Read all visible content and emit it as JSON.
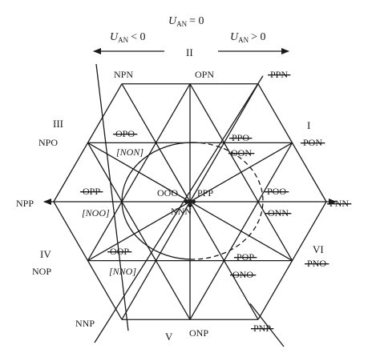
{
  "header": {
    "u": "U",
    "sub": "AN",
    "center_rel": "= 0",
    "left_rel": "< 0",
    "right_rel": "> 0"
  },
  "sectors": [
    "I",
    "II",
    "III",
    "IV",
    "V",
    "VI"
  ],
  "vectors": {
    "npn": "NPN",
    "opn": "OPN",
    "ppn": "PPN",
    "npo": "NPO",
    "opo": "OPO",
    "non": "[NON]",
    "ppo": "PPO",
    "oon": "OON",
    "pon": "PON",
    "npp": "NPP",
    "opp": "OPP",
    "noo": "[NOO]",
    "ooo": "OOO",
    "ppp": "PPP",
    "nnn": "NNN",
    "poo": "POO",
    "onn": "ONN",
    "pnn": "PNN",
    "nop": "NOP",
    "oop": "OOP",
    "nno": "[NNO]",
    "pop": "POP",
    "ono": "ONO",
    "pno": "PNO",
    "nnp": "NNP",
    "onp": "ONP",
    "pnp": "PNP"
  },
  "struck_through": [
    "PPN",
    "OPO",
    "PPO",
    "OON",
    "PON",
    "OPP",
    "POO",
    "ONN",
    "PNN",
    "OOP",
    "POP",
    "ONO",
    "PNO",
    "PNP"
  ]
}
